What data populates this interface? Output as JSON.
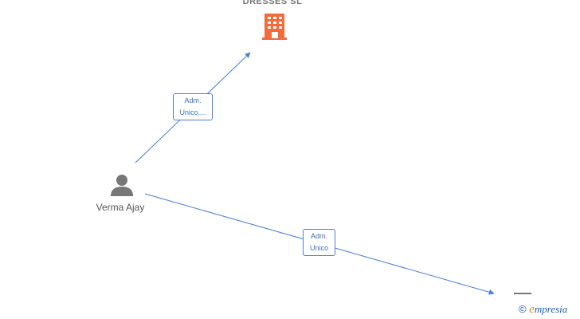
{
  "nodes": {
    "company_top": {
      "label": "DRESSES SL",
      "icon": "building-icon",
      "color": "#f26b3a"
    },
    "person": {
      "label": "Verma Ajay",
      "icon": "person-icon",
      "color": "#777777"
    },
    "company_bottom": {
      "label": "",
      "icon": "building-icon",
      "color": "#777777"
    }
  },
  "edges": [
    {
      "from": "person",
      "to": "company_top",
      "line1": "Adm.",
      "line2": "Unico,..."
    },
    {
      "from": "person",
      "to": "company_bottom",
      "line1": "Adm.",
      "line2": "Unico"
    }
  ],
  "colors": {
    "edge": "#4a7fd4"
  },
  "footer": {
    "copyright": "©",
    "brand_initial": "e",
    "brand_rest": "mpresia"
  }
}
